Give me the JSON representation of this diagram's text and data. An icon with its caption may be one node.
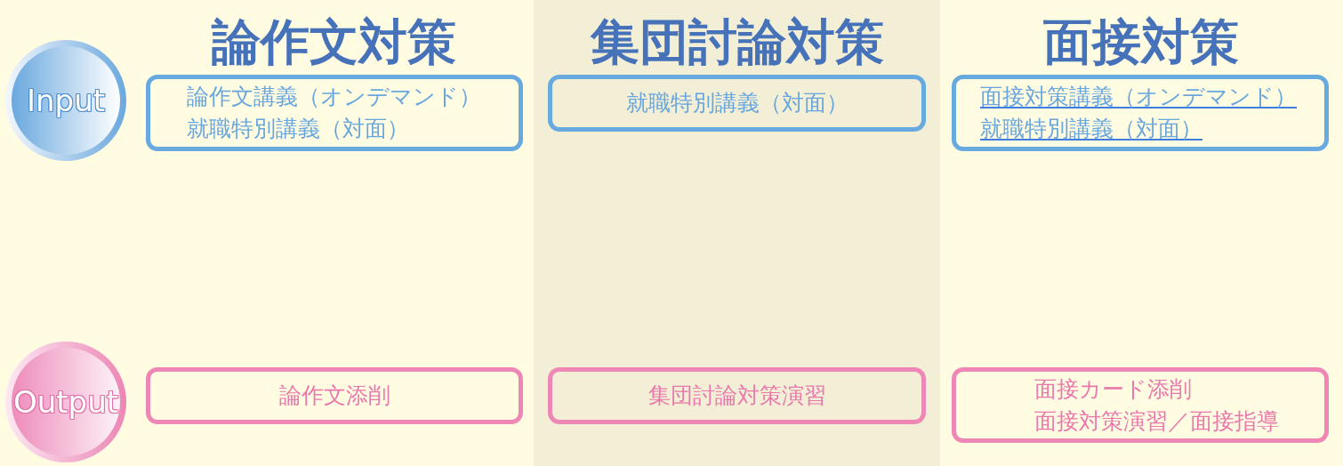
{
  "diagram": {
    "nodes": [
      {
        "text": [
          "Input"
        ]
      },
      {
        "text": [
          "論作文講義（オンデマンド）",
          "就職特別講義（対面）"
        ]
      },
      {
        "text": [
          "集団討論対策"
        ]
      },
      {
        "text": [
          "就職特別講義（対面）"
        ],
        "in": 2
      },
      {
        "text": [
          "面接対策講義（オンデマンド）",
          "就職特別講義（対面）"
        ]
      },
      {
        "text": [
          "Output"
        ]
      },
      {
        "text": [
          "論作文添削"
        ]
      },
      {
        "text": [
          "集団討論対策演習"
        ],
        "in": 2
      },
      {
        "text": [
          "面接カード添削",
          "面接対策演習／面接指導"
        ]
      }
    ],
    "labels": [
      "論作文対策",
      "面接対策"
    ]
  }
}
